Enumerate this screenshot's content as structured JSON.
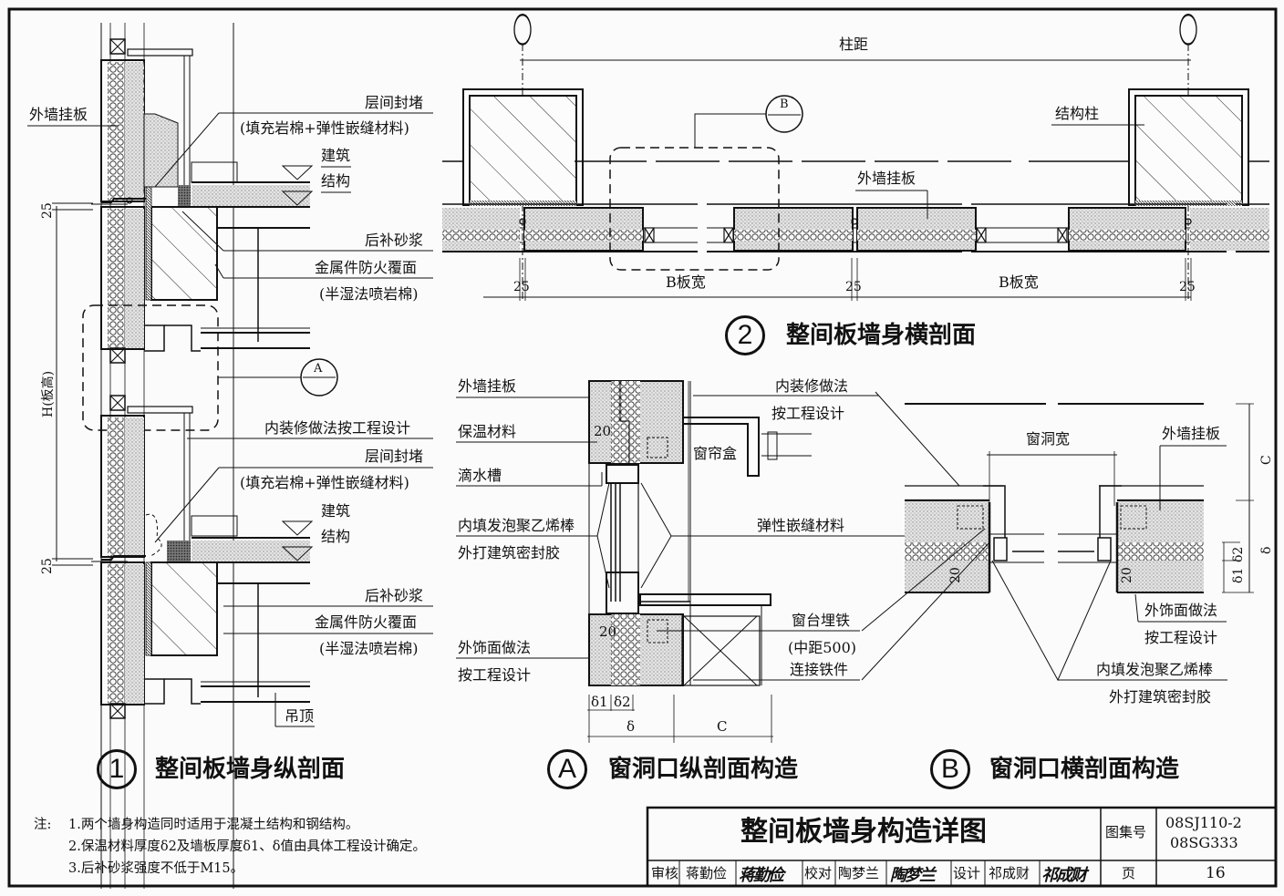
{
  "drawing": {
    "section1": {
      "number": "1",
      "title": "整间板墙身纵剖面",
      "labels": {
        "exterior_panel": "外墙挂板",
        "floor_seal_1": "层间封堵",
        "floor_seal_fill_1": "(填充岩棉+弹性嵌缝材料)",
        "architecture_1": "建筑",
        "structure_1": "结构",
        "mortar_1": "后补砂浆",
        "fireproof_1": "金属件防火覆面",
        "spray_1": "(半湿法喷岩棉)",
        "interior_finish": "内装修做法按工程设计",
        "floor_seal_2": "层间封堵",
        "floor_seal_fill_2": "(填充岩棉+弹性嵌缝材料)",
        "architecture_2": "建筑",
        "structure_2": "结构",
        "mortar_2": "后补砂浆",
        "fireproof_2": "金属件防火覆面",
        "spray_2": "(半湿法喷岩棉)",
        "ceiling": "吊顶",
        "dim_gap_1": "25",
        "dim_gap_2": "25",
        "dim_height": "H(板高)",
        "detail_ref": "A"
      }
    },
    "section2": {
      "number": "2",
      "title": "整间板墙身横剖面",
      "labels": {
        "column_spacing": "柱距",
        "structural_column": "结构柱",
        "exterior_panel": "外墙挂板",
        "panel_width_1": "B板宽",
        "panel_width_2": "B板宽",
        "gap_1": "25",
        "gap_2": "25",
        "gap_3": "25",
        "detail_ref": "B"
      }
    },
    "sectionA": {
      "number": "A",
      "title": "窗洞口纵剖面构造",
      "labels": {
        "exterior_panel": "外墙挂板",
        "insulation": "保温材料",
        "drip_groove": "滴水槽",
        "backer_rod": "内填发泡聚乙烯棒",
        "sealant": "外打建筑密封胶",
        "ext_finish": "外饰面做法",
        "ext_finish_2": "按工程设计",
        "int_finish": "内装修做法",
        "int_finish_2": "按工程设计",
        "curtain_box": "窗帘盒",
        "elastic_joint": "弹性嵌缝材料",
        "sill_iron": "窗台埋铁",
        "spacing": "(中距500)",
        "connector": "连接铁件",
        "dim_20_top": "20",
        "dim_20_bottom": "20",
        "d1": "δ1",
        "d2": "δ2",
        "d": "δ",
        "c": "C"
      }
    },
    "sectionB": {
      "number": "B",
      "title": "窗洞口横剖面构造",
      "labels": {
        "opening_width": "窗洞宽",
        "exterior_panel": "外墙挂板",
        "ext_finish": "外饰面做法",
        "ext_finish_2": "按工程设计",
        "backer_rod": "内填发泡聚乙烯棒",
        "sealant": "外打建筑密封胶",
        "c": "C",
        "d": "δ",
        "d1": "δ1",
        "d2": "δ2",
        "dim_20_left": "20",
        "dim_20_right": "20"
      }
    }
  },
  "notes": {
    "prefix": "注:",
    "items": [
      "1.两个墙身构造同时适用于混凝土结构和钢结构。",
      "2.保温材料厚度δ2及墙板厚度δ1、δ值由具体工程设计确定。",
      "3.后补砂浆强度不低于M15。"
    ]
  },
  "title_block": {
    "title": "整间板墙身构造详图",
    "atlas_label": "图集号",
    "atlas_no_1": "08SJ110-2",
    "atlas_no_2": "08SG333",
    "review_label": "审核",
    "reviewer": "蒋勤俭",
    "reviewer_sig": "蒋勤俭",
    "check_label": "校对",
    "checker": "陶梦兰",
    "checker_sig": "陶梦兰",
    "design_label": "设计",
    "designer": "祁成财",
    "designer_sig": "祁成财",
    "page_label": "页",
    "page_no": "16"
  }
}
